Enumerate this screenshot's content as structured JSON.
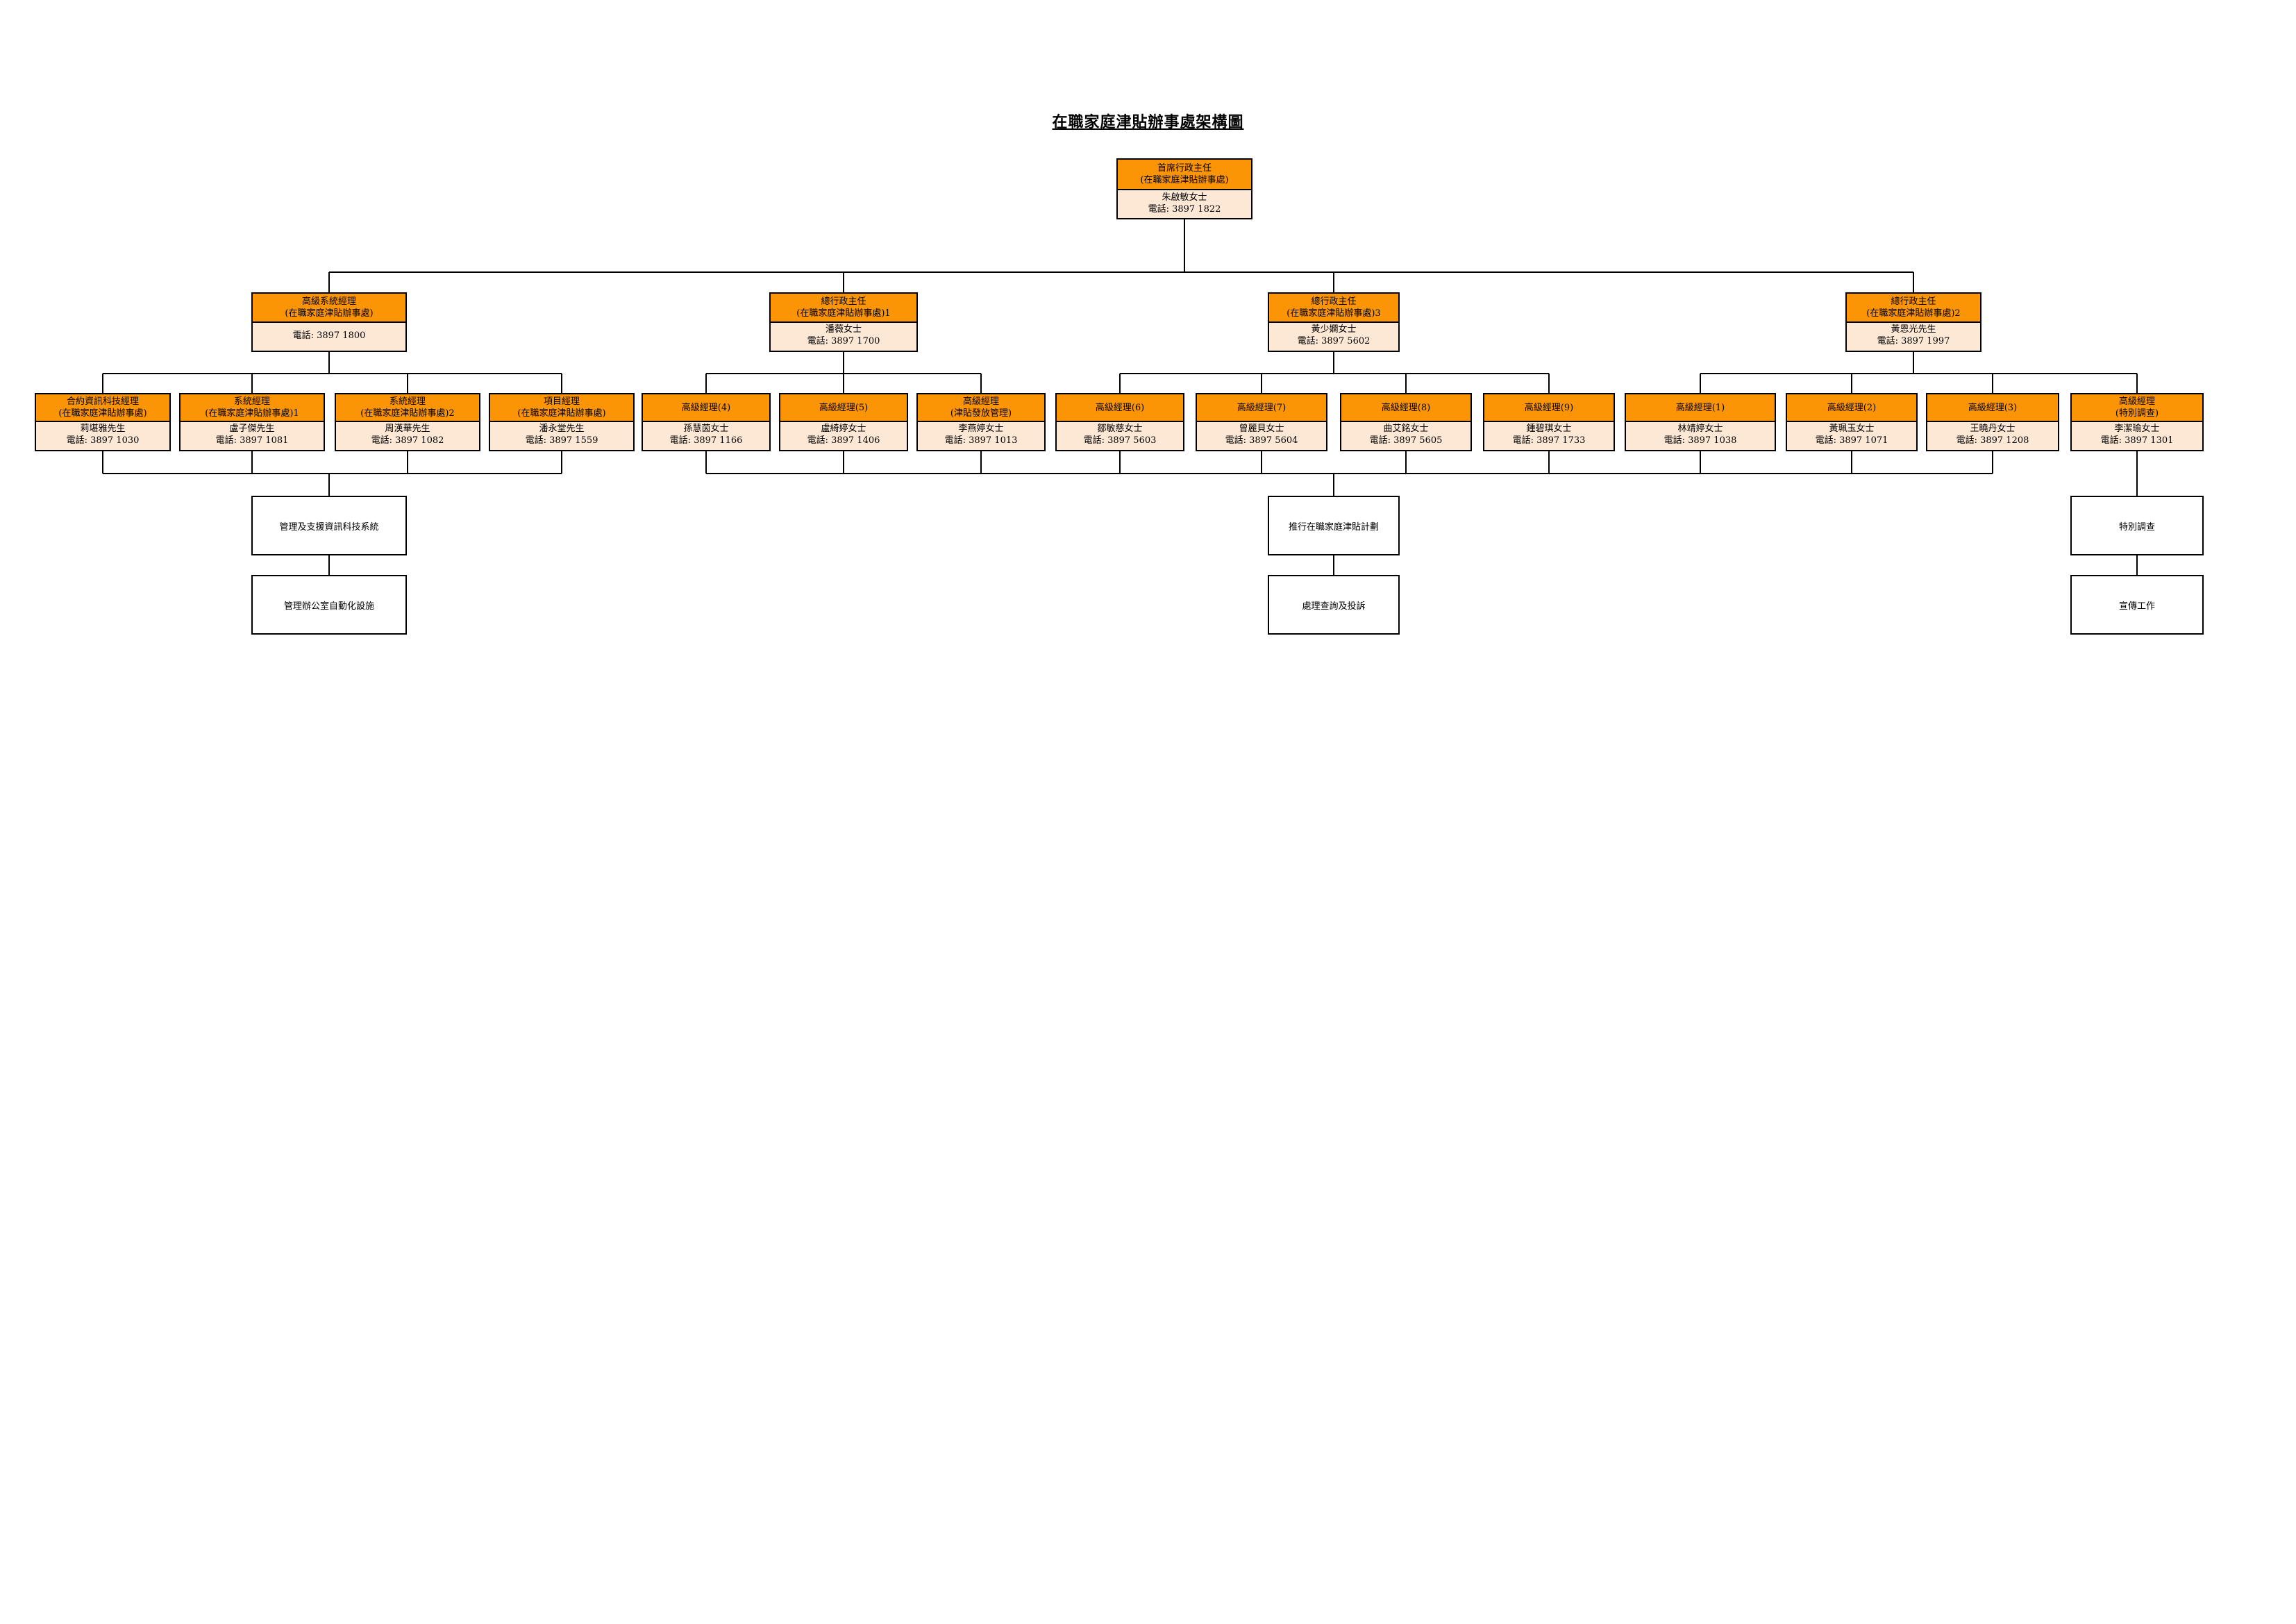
{
  "title": "在職家庭津貼辦事處架構圖",
  "colors": {
    "header": "#fb9505",
    "body": "#fde8d6",
    "duty": "#ffffff",
    "line": "#000000"
  },
  "top": {
    "head": [
      "首席行政主任",
      "(在職家庭津貼辦事處)"
    ],
    "body": [
      "朱啟敏女士",
      "電話: 3897 1822"
    ]
  },
  "level2": [
    {
      "head": [
        "高級系統經理",
        "(在職家庭津貼辦事處)"
      ],
      "body": [
        "",
        "電話: 3897 1800"
      ]
    },
    {
      "head": [
        "總行政主任",
        "(在職家庭津貼辦事處)1"
      ],
      "body": [
        "潘薇女士",
        "電話: 3897 1700"
      ]
    },
    {
      "head": [
        "總行政主任",
        "(在職家庭津貼辦事處)3"
      ],
      "body": [
        "黃少嫻女士",
        "電話: 3897 5602"
      ]
    },
    {
      "head": [
        "總行政主任",
        "(在職家庭津貼辦事處)2"
      ],
      "body": [
        "黃恩光先生",
        "電話: 3897 1997"
      ]
    }
  ],
  "level3": [
    {
      "head": [
        "合約資訊科技經理",
        "(在職家庭津貼辦事處)"
      ],
      "body": [
        "莉堪雅先生",
        "電話: 3897 1030"
      ]
    },
    {
      "head": [
        "系統經理",
        "(在職家庭津貼辦事處)1"
      ],
      "body": [
        "盧子傑先生",
        "電話: 3897 1081"
      ]
    },
    {
      "head": [
        "系統經理",
        "(在職家庭津貼辦事處)2"
      ],
      "body": [
        "周漢華先生",
        "電話: 3897 1082"
      ]
    },
    {
      "head": [
        "項目經理",
        "(在職家庭津貼辦事處)"
      ],
      "body": [
        "潘永堂先生",
        "電話: 3897 1559"
      ]
    },
    {
      "head": [
        "高級經理(4)"
      ],
      "body": [
        "孫慧茵女士",
        "電話: 3897 1166"
      ]
    },
    {
      "head": [
        "高級經理(5)"
      ],
      "body": [
        "盧綺婷女士",
        "電話: 3897 1406"
      ]
    },
    {
      "head": [
        "高級經理",
        "(津貼發放管理)"
      ],
      "body": [
        "李燕婷女士",
        "電話: 3897 1013"
      ]
    },
    {
      "head": [
        "高級經理(6)"
      ],
      "body": [
        "鄒敏慈女士",
        "電話: 3897 5603"
      ]
    },
    {
      "head": [
        "高級經理(7)"
      ],
      "body": [
        "曾麗貝女士",
        "電話: 3897 5604"
      ]
    },
    {
      "head": [
        "高級經理(8)"
      ],
      "body": [
        "曲艾銘女士",
        "電話: 3897 5605"
      ]
    },
    {
      "head": [
        "高級經理(9)"
      ],
      "body": [
        "鍾碧琪女士",
        "電話: 3897 1733"
      ]
    },
    {
      "head": [
        "高級經理(1)"
      ],
      "body": [
        "林靖婷女士",
        "電話: 3897 1038"
      ]
    },
    {
      "head": [
        "高級經理(2)"
      ],
      "body": [
        "黃珮玉女士",
        "電話: 3897 1071"
      ]
    },
    {
      "head": [
        "高級經理(3)"
      ],
      "body": [
        "王曉丹女士",
        "電話: 3897 1208"
      ]
    },
    {
      "head": [
        "高級經理",
        "(特別調查)"
      ],
      "body": [
        "李潔瑜女士",
        "電話: 3897 1301"
      ]
    }
  ],
  "duties": [
    {
      "label": "管理及支援資訊科技系統"
    },
    {
      "label": "管理辦公室自動化設施"
    },
    {
      "label": "推行在職家庭津貼計劃"
    },
    {
      "label": "處理查詢及投訴"
    },
    {
      "label": "特別調查"
    },
    {
      "label": "宣傳工作"
    }
  ]
}
